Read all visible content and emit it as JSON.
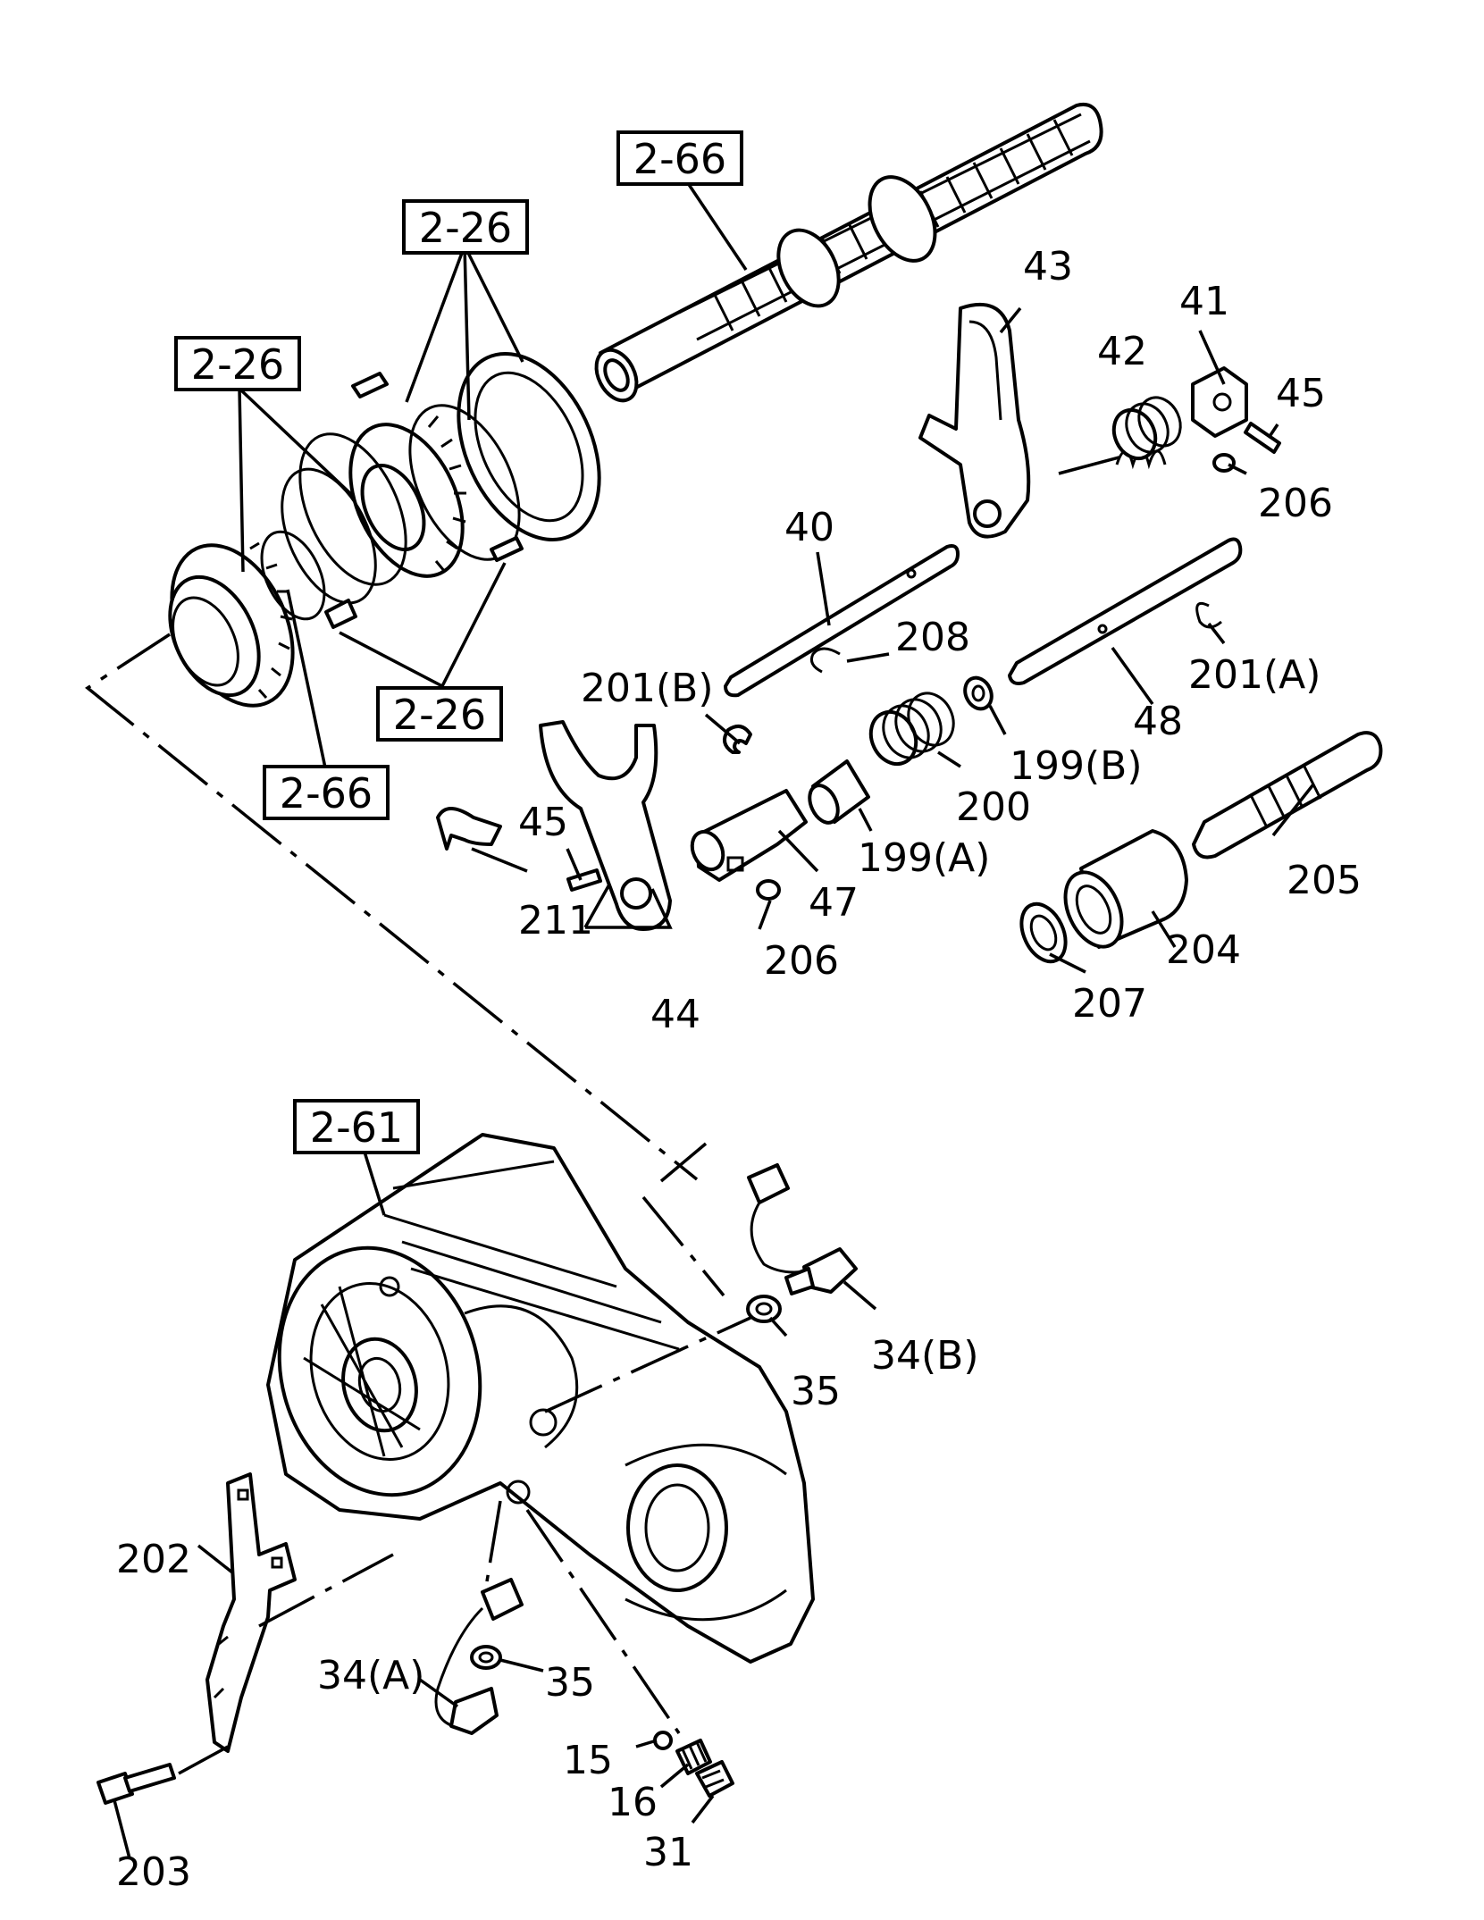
{
  "ref_boxes": [
    {
      "id": "ref-2-66-shaft",
      "text": "2-66"
    },
    {
      "id": "ref-2-26-top",
      "text": "2-26"
    },
    {
      "id": "ref-2-26-left",
      "text": "2-26"
    },
    {
      "id": "ref-2-26-mid",
      "text": "2-26"
    },
    {
      "id": "ref-2-66-ring",
      "text": "2-66"
    },
    {
      "id": "ref-2-61-case",
      "text": "2-61"
    }
  ],
  "callouts": [
    {
      "id": "43",
      "text": "43"
    },
    {
      "id": "41",
      "text": "41"
    },
    {
      "id": "42",
      "text": "42"
    },
    {
      "id": "45-right",
      "text": "45"
    },
    {
      "id": "206-right",
      "text": "206"
    },
    {
      "id": "40",
      "text": "40"
    },
    {
      "id": "208",
      "text": "208"
    },
    {
      "id": "201A",
      "text": "201(A)"
    },
    {
      "id": "48",
      "text": "48"
    },
    {
      "id": "201B",
      "text": "201(B)"
    },
    {
      "id": "199B",
      "text": "199(B)"
    },
    {
      "id": "200",
      "text": "200"
    },
    {
      "id": "199A",
      "text": "199(A)"
    },
    {
      "id": "45-left",
      "text": "45"
    },
    {
      "id": "211",
      "text": "211"
    },
    {
      "id": "47",
      "text": "47"
    },
    {
      "id": "206-left",
      "text": "206"
    },
    {
      "id": "44",
      "text": "44"
    },
    {
      "id": "205",
      "text": "205"
    },
    {
      "id": "204",
      "text": "204"
    },
    {
      "id": "207",
      "text": "207"
    },
    {
      "id": "34B",
      "text": "34(B)"
    },
    {
      "id": "35-top",
      "text": "35"
    },
    {
      "id": "202",
      "text": "202"
    },
    {
      "id": "34A",
      "text": "34(A)"
    },
    {
      "id": "35-bottom",
      "text": "35"
    },
    {
      "id": "15",
      "text": "15"
    },
    {
      "id": "16",
      "text": "16"
    },
    {
      "id": "31",
      "text": "31"
    },
    {
      "id": "203",
      "text": "203"
    }
  ]
}
